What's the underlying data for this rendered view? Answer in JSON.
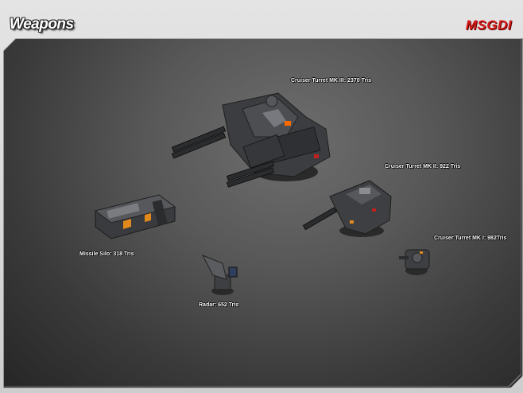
{
  "header": {
    "title": "Weapons",
    "logo": "MSGDI"
  },
  "items": [
    {
      "label": "Cruiser Turret MK III: 2370 Tris",
      "icon": "cruiser-turret-mk3-icon"
    },
    {
      "label": "Cruiser Turret MK II: 922 Tris",
      "icon": "cruiser-turret-mk2-icon"
    },
    {
      "label": "Cruiser Turret MK I: 982Tris",
      "icon": "cruiser-turret-mk1-icon"
    },
    {
      "label": "Missile Silo: 318 Tris",
      "icon": "missile-silo-icon"
    },
    {
      "label": "Radar: 652 Tris",
      "icon": "radar-icon"
    }
  ],
  "colors": {
    "accent": "#d81b1b",
    "panel": "#4a4a4a",
    "highlight_orange": "#e08a1e"
  }
}
